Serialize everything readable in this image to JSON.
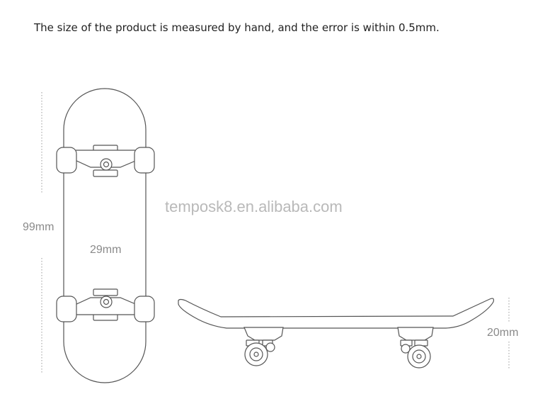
{
  "header": {
    "note": "The size of the product is measured by hand, and the error is within 0.5mm."
  },
  "watermark": "temposk8.en.alibaba.com",
  "dimensions": {
    "length": "99mm",
    "width": "29mm",
    "height": "20mm"
  },
  "colors": {
    "line": "#555555",
    "dimension_text": "#8a8a8a",
    "watermark": "#b9b9b9"
  }
}
